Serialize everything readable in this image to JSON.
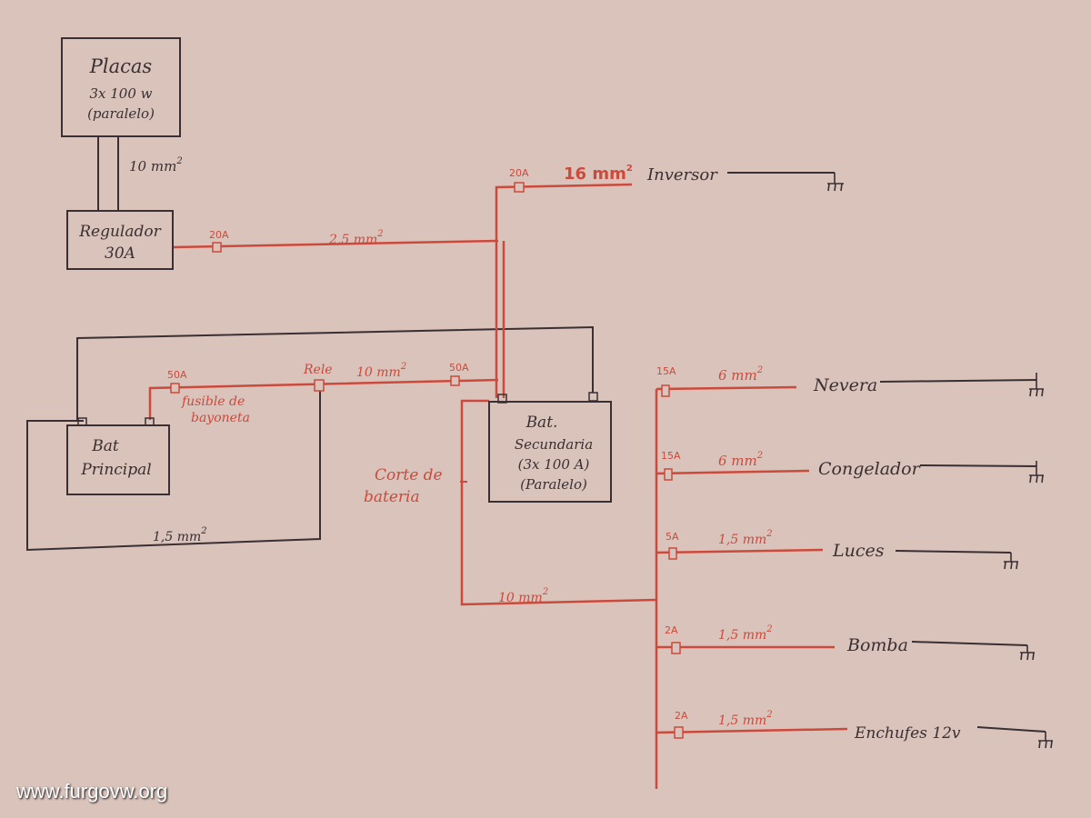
{
  "colors": {
    "paper": "#d9c3bb",
    "ink": "#3a2f33",
    "red": "#cc4a3c"
  },
  "boxes": {
    "placas": [
      "Placas",
      "3x 100 w",
      "(paralelo)"
    ],
    "regulador": [
      "Regulador",
      "30A"
    ],
    "bat_principal": [
      "Bat",
      "Principal"
    ],
    "bat_secundaria": [
      "Bat.",
      "Secundaria",
      "(3x 100 A)",
      "(Paralelo)"
    ]
  },
  "labels": {
    "placas_wire": "10 mm",
    "regulador_fuse": "20A",
    "regulador_wire": "2,5 mm",
    "inversor_fuse": "20A",
    "inversor_wire": "16 mm",
    "inversor": "Inversor",
    "fuse_50a_left": "50A",
    "fusible_line1": "fusible de",
    "fusible_line2": "bayoneta",
    "rele": "Rele",
    "rele_wire": "10 mm",
    "fuse_50a_right": "50A",
    "bottom_wire": "1,5 mm",
    "corte_line1": "Corte de",
    "corte_line2": "bateria",
    "main_wire": "10 mm",
    "sup2": "2"
  },
  "loads": [
    {
      "name": "Nevera",
      "fuse": "15A",
      "wire": "6 mm"
    },
    {
      "name": "Congelador",
      "fuse": "15A",
      "wire": "6 mm"
    },
    {
      "name": "Luces",
      "fuse": "5A",
      "wire": "1,5 mm"
    },
    {
      "name": "Bomba",
      "fuse": "2A",
      "wire": "1,5 mm"
    },
    {
      "name": "Enchufes 12v",
      "fuse": "2A",
      "wire": "1,5 mm"
    }
  ],
  "watermark": "www.furgovw.org"
}
